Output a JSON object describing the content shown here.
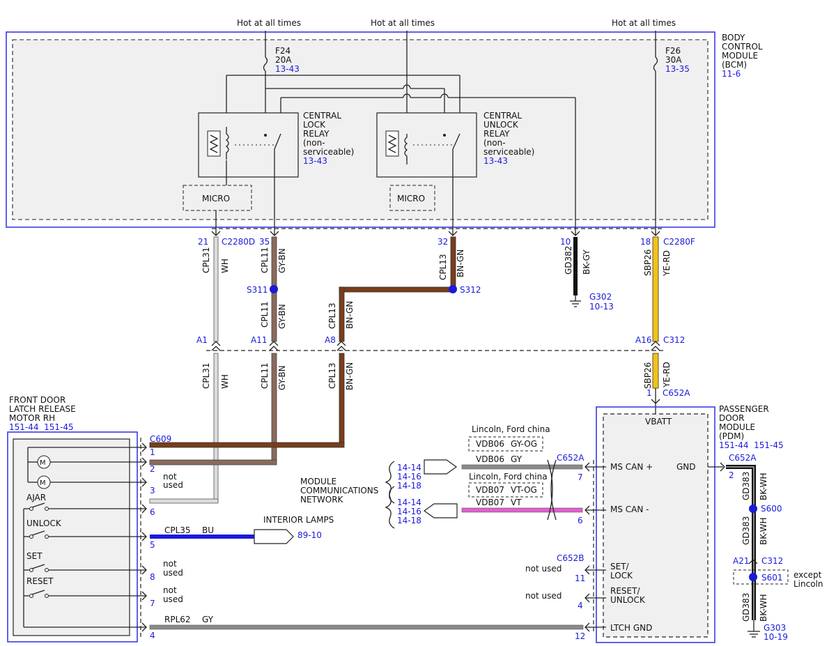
{
  "colors": {
    "ref_blue": "#1a1adc",
    "module_outline": "#3a3ae6",
    "wire_BN-GN": "#7a3d1a",
    "wire_GY-BN": "#7a6a60",
    "wire_WH": "#d8d8d8",
    "wire_YE-RD": "#f2c21b",
    "wire_BK": "#111111",
    "wire_BU": "#1a1adc",
    "wire_GY": "#8a8a8a",
    "wire_VT": "#e060d0"
  },
  "hot": [
    "Hot at all times",
    "Hot at all times",
    "Hot at all times"
  ],
  "bcm": {
    "name": [
      "BODY",
      "CONTROL",
      "MODULE",
      "(BCM)"
    ],
    "ref": "11-6",
    "fuse_f24": {
      "id": "F24",
      "amp": "20A",
      "ref": "13-43"
    },
    "fuse_f26": {
      "id": "F26",
      "amp": "30A",
      "ref": "13-35"
    },
    "lock_relay": [
      "CENTRAL",
      "LOCK",
      "RELAY",
      "(non-",
      "serviceable)"
    ],
    "lock_relay_ref": "13-43",
    "unlock_relay": [
      "CENTRAL",
      "UNLOCK",
      "RELAY",
      "(non-",
      "serviceable)"
    ],
    "unlock_relay_ref": "13-43",
    "micro": "MICRO"
  },
  "pins": {
    "p21": "21",
    "c2280d": "C2280D",
    "p35": "35",
    "p32": "32",
    "p10": "10",
    "p18": "18",
    "c2280f": "C2280F"
  },
  "wires": {
    "cpl31": "CPL31",
    "wh": "WH",
    "cpl11": "CPL11",
    "gybn": "GY-BN",
    "cpl13": "CPL13",
    "bngn": "BN-GN",
    "gd382": "GD382",
    "bkgy": "BK-GY",
    "sbp26": "SBP26",
    "yerd": "YE-RD",
    "cpl35": "CPL35",
    "bu": "BU",
    "rpl62": "RPL62",
    "gy": "GY",
    "gd383": "GD383",
    "bkwh": "BK-WH"
  },
  "splices": {
    "s311": "S311",
    "s312": "S312",
    "s600": "S600",
    "s601": "S601"
  },
  "grounds": {
    "g302": "G302",
    "g302_ref": "10-13",
    "g303": "G303",
    "g303_ref": "10-19"
  },
  "c312": {
    "a1": "A1",
    "a11": "A11",
    "a8": "A8",
    "a16": "A16",
    "name": "C312",
    "a21": "A21"
  },
  "c652a_top": {
    "pin": "1",
    "name": "C652A"
  },
  "front_door": {
    "title": [
      "FRONT DOOR",
      "LATCH RELEASE",
      "MOTOR RH"
    ],
    "refs": "151-44  151-45",
    "c609": "C609",
    "pins": [
      "1",
      "2",
      "3",
      "6",
      "5",
      "8",
      "7",
      "4"
    ],
    "switches": [
      "AJAR",
      "UNLOCK",
      "SET",
      "RESET"
    ],
    "not_used": [
      "not",
      "used"
    ]
  },
  "interior": {
    "label": "INTERIOR LAMPS",
    "ref": "89-10"
  },
  "network": {
    "label": [
      "MODULE",
      "COMMUNICATIONS",
      "NETWORK"
    ],
    "refs_plus": [
      "14-14",
      "14-16",
      "14-18"
    ],
    "refs_minus": [
      "14-14",
      "14-16",
      "14-18"
    ],
    "lincoln": "Lincoln, Ford china",
    "vdb06": "VDB06",
    "gyog": "GY-OG",
    "gy": "GY",
    "vdb07": "VDB07",
    "vtog": "VT-OG",
    "vt": "VT"
  },
  "pdm": {
    "name": [
      "PASSENGER",
      "DOOR",
      "MODULE",
      "(PDM)"
    ],
    "refs": "151-44  151-45",
    "vbatt": "VBATT",
    "mscan_plus": "MS CAN +",
    "mscan_minus": "MS CAN -",
    "gnd": "GND",
    "set_lock": [
      "SET/",
      "LOCK"
    ],
    "reset_unlock": [
      "RESET/",
      "UNLOCK"
    ],
    "ltch_gnd": "LTCH GND",
    "c652a": "C652A",
    "c652b": "C652B",
    "pin7": "7",
    "pin6": "6",
    "pin11": "11",
    "pin4": "4",
    "pin12": "12",
    "pin2": "2",
    "not_used": "not used"
  },
  "except": [
    "except",
    "Lincoln"
  ]
}
